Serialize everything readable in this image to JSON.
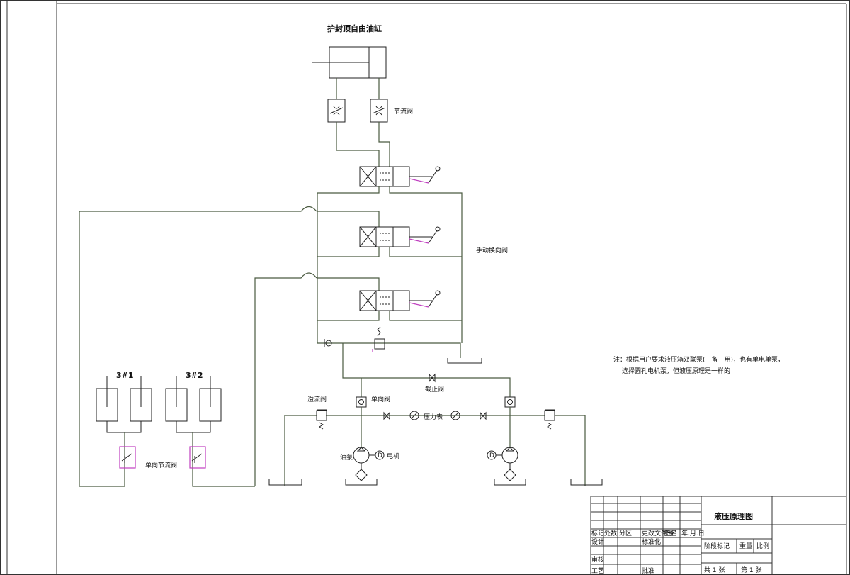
{
  "title": "护封顶自由油缸",
  "labels": {
    "throttle_valve": "节流阀",
    "manual_valve": "手动换向阀",
    "note_line1": "注：根据用户要求液压箱双联泵(一备一用)，也有单电单泵，",
    "note_line2": "选择圆孔电机泵，但液压原理是一样的",
    "stop_valve": "截止阀",
    "relief_valve": "溢流阀",
    "check_valve": "单向阀",
    "gauge": "压力表",
    "pump": "油泵",
    "motor": "电机",
    "cyl1": "3#1",
    "cyl2": "3#2",
    "one_way_throttle": "单向节流阀"
  },
  "titleblock": {
    "drawing_name": "液压原理图",
    "row_labels": [
      "标记",
      "处数",
      "分区",
      "更改文件号",
      "签名",
      "年.月.日"
    ],
    "design": "设计",
    "std": "标准化",
    "check": "审核",
    "craft": "工艺",
    "approve": "批准",
    "stage_mark": "阶段标记",
    "weight": "重量",
    "scale": "比例",
    "total_sheets": "共 1 张",
    "sheet_no": "第 1 张"
  }
}
